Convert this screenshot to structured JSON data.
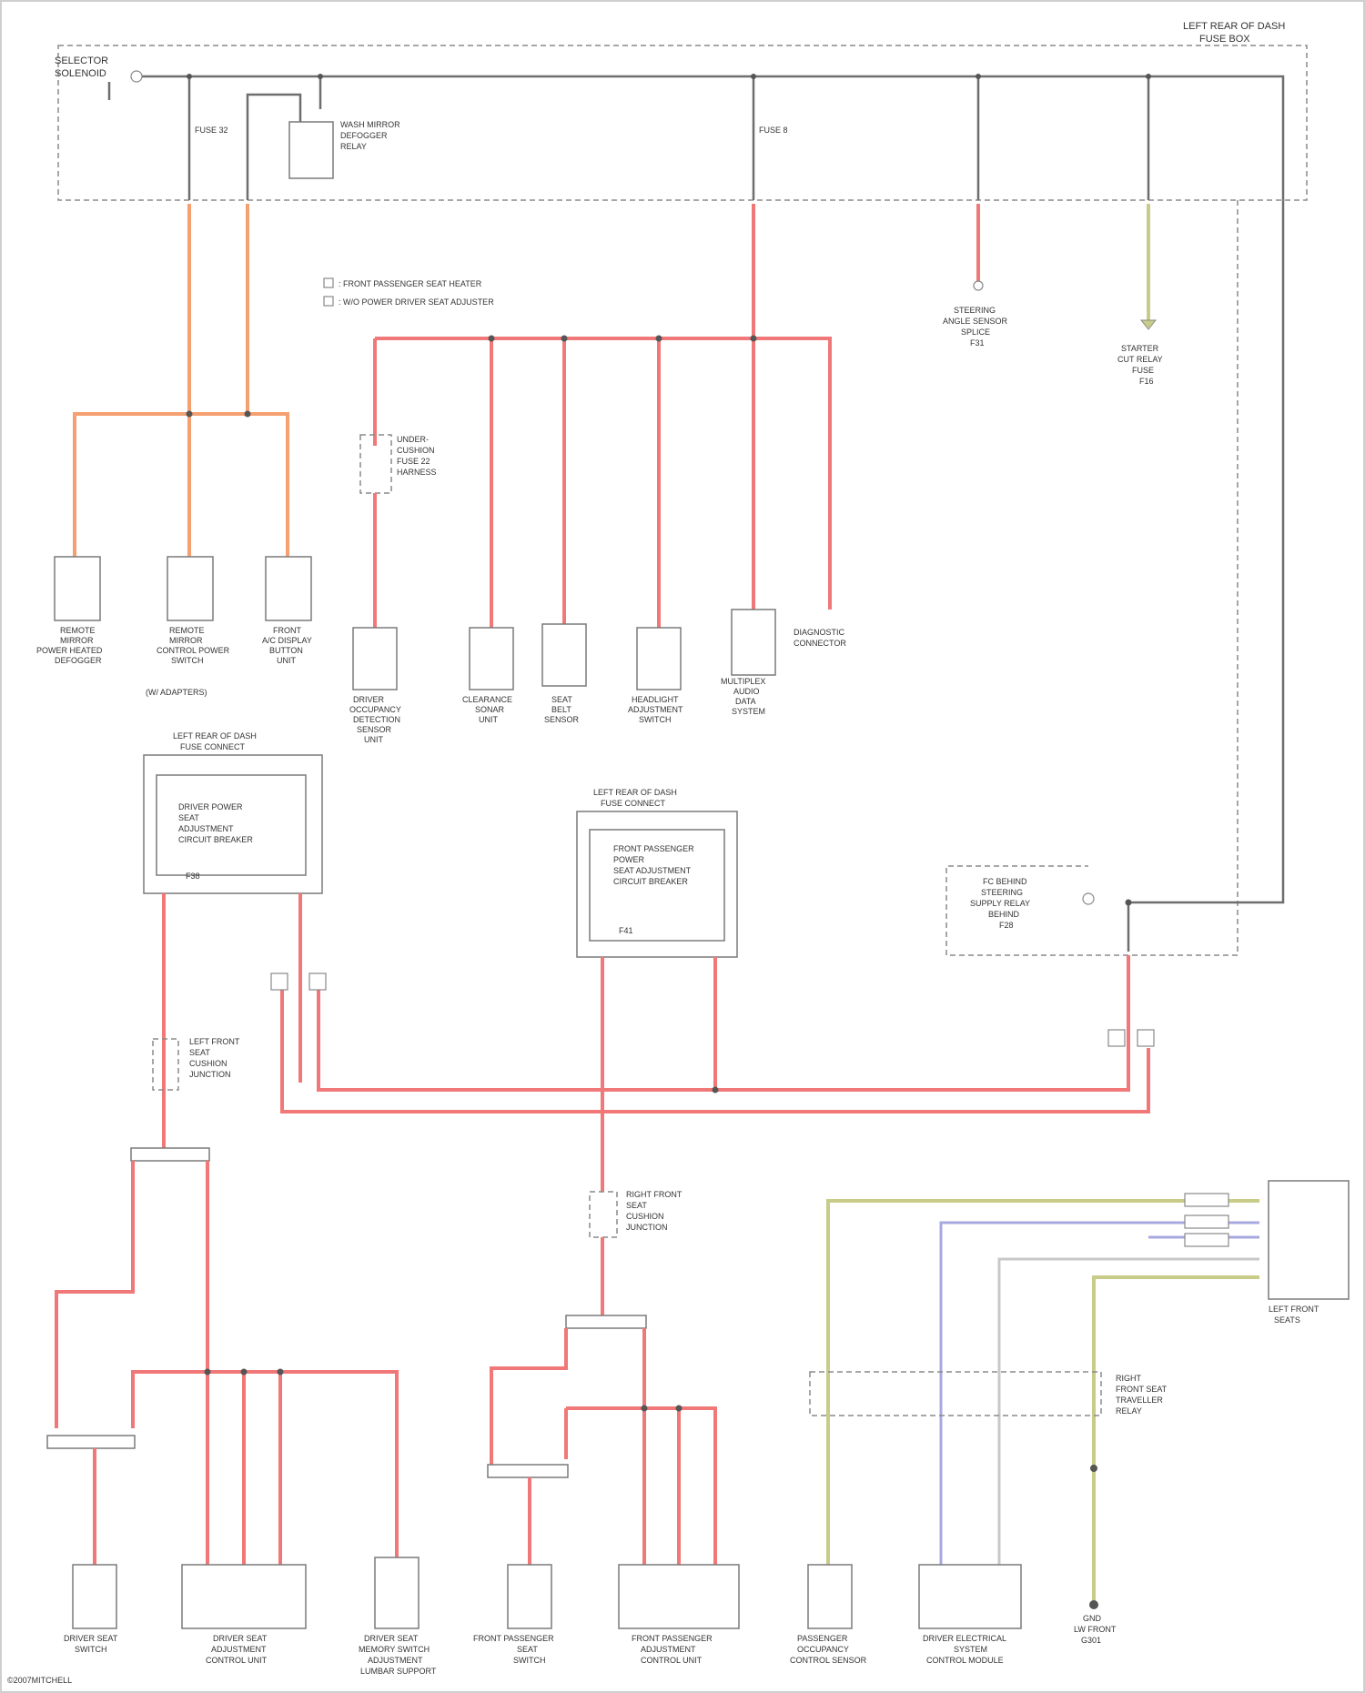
{
  "top_right_title": [
    "LEFT REAR OF DASH",
    "FUSE BOX"
  ],
  "top_left_title": [
    "SELECTOR",
    "SOLENOID"
  ],
  "fuse_labels": [
    "FUSE 32",
    "FUSE 8"
  ],
  "relay_label": [
    "WASH MIRROR",
    "DEFOGGER",
    "RELAY"
  ],
  "legend": [
    ": FRONT PASSENGER SEAT HEATER",
    ": W/O POWER DRIVER SEAT ADJUSTER"
  ],
  "in_line_fuse": [
    "UNDER-",
    "CUSHION",
    "FUSE 22",
    "HARNESS"
  ],
  "right_splices": [
    [
      "STEERING",
      "ANGLE SENSOR",
      "SPLICE",
      "F31"
    ],
    [
      "STARTER",
      "CUT RELAY",
      "FUSE",
      "F16"
    ]
  ],
  "row1_components": [
    [
      "REMOTE",
      "MIRROR",
      "POWER HEATED",
      "DEFOGGER"
    ],
    [
      "REMOTE",
      "MIRROR",
      "CONTROL POWER",
      "SWITCH"
    ],
    [
      "FRONT",
      "A/C DISPLAY",
      "BUTTON",
      "UNIT"
    ]
  ],
  "row1_caption": "(W/ ADAPTERS)",
  "row1b_components": [
    [
      "DRIVER",
      "OCCUPANCY",
      "DETECTION",
      "SENSOR",
      "UNIT"
    ],
    [
      "CLEARANCE",
      "SONAR",
      "UNIT"
    ],
    [
      "SEAT",
      "BELT",
      "SENSOR"
    ],
    [
      "HEADLIGHT",
      "ADJUSTMENT",
      "SWITCH"
    ],
    [
      "MULTIPLEX",
      "AUDIO",
      "DATA",
      "SYSTEM"
    ]
  ],
  "diagnostic": [
    "DIAGNOSTIC",
    "CONNECTOR"
  ],
  "fuse_box_left": {
    "title": [
      "LEFT REAR OF DASH",
      "FUSE CONNECT"
    ],
    "text": [
      "DRIVER POWER",
      "SEAT",
      "ADJUSTMENT",
      "CIRCUIT BREAKER"
    ],
    "id": "F38"
  },
  "fuse_box_mid": {
    "title": [
      "LEFT REAR OF DASH",
      "FUSE CONNECT"
    ],
    "text": [
      "FRONT PASSENGER",
      "POWER",
      "SEAT ADJUSTMENT",
      "CIRCUIT BREAKER"
    ],
    "id": "F41"
  },
  "relay_right": [
    "FC BEHIND",
    "STEERING",
    "SUPPLY RELAY",
    "BEHIND",
    "F28"
  ],
  "connectors": [
    [
      "LEFT FRONT",
      "SEAT",
      "CUSHION",
      "JUNCTION"
    ],
    [
      "RIGHT FRONT",
      "SEAT",
      "CUSHION",
      "JUNCTION"
    ],
    [
      "RIGHT",
      "FRONT SEAT",
      "TRAVELLER",
      "RELAY"
    ]
  ],
  "right_module": [
    "LEFT FRONT",
    "SEATS"
  ],
  "bottom_components": [
    [
      "DRIVER SEAT",
      "SWITCH"
    ],
    [
      "DRIVER SEAT",
      "ADJUSTMENT",
      "CONTROL UNIT"
    ],
    [
      "DRIVER SEAT",
      "MEMORY SWITCH",
      "ADJUSTMENT",
      "LUMBAR SUPPORT"
    ],
    [
      "FRONT PASSENGER",
      "SEAT",
      "SWITCH"
    ],
    [
      "FRONT PASSENGER",
      "ADJUSTMENT",
      "CONTROL UNIT"
    ],
    [
      "PASSENGER",
      "OCCUPANCY",
      "CONTROL SENSOR"
    ],
    [
      "DRIVER ELECTRICAL",
      "SYSTEM",
      "CONTROL MODULE"
    ]
  ],
  "ground": [
    "GND",
    "LW FRONT",
    "G301"
  ],
  "footer": "©2007MITCHELL"
}
